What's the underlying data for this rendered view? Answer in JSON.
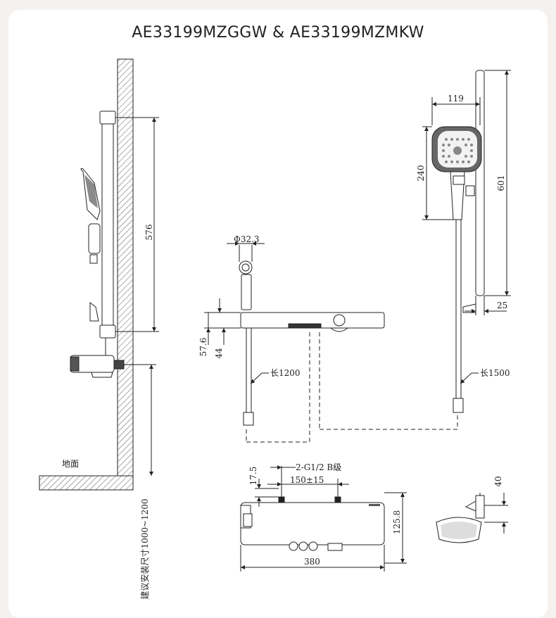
{
  "title": "AE33199MZGGW & AE33199MZMKW",
  "labels": {
    "floor": "地面",
    "install_height": "建议安装尺寸1000~1200",
    "hose_left": "长1200",
    "hose_right": "长1500",
    "thread": "2-G1/2 B级"
  },
  "dimensions": {
    "d576": "576",
    "d32_3": "Φ32.3",
    "d57_6": "57.6",
    "d44": "44",
    "d119": "119",
    "d240": "240",
    "d601": "601",
    "d25": "25",
    "d17_5": "17.5",
    "d150": "150±15",
    "d125_8": "125.8",
    "d380": "380",
    "d40": "40"
  },
  "colors": {
    "line": "#222222",
    "hatch": "#333333",
    "panel": "#6b6b6b"
  }
}
